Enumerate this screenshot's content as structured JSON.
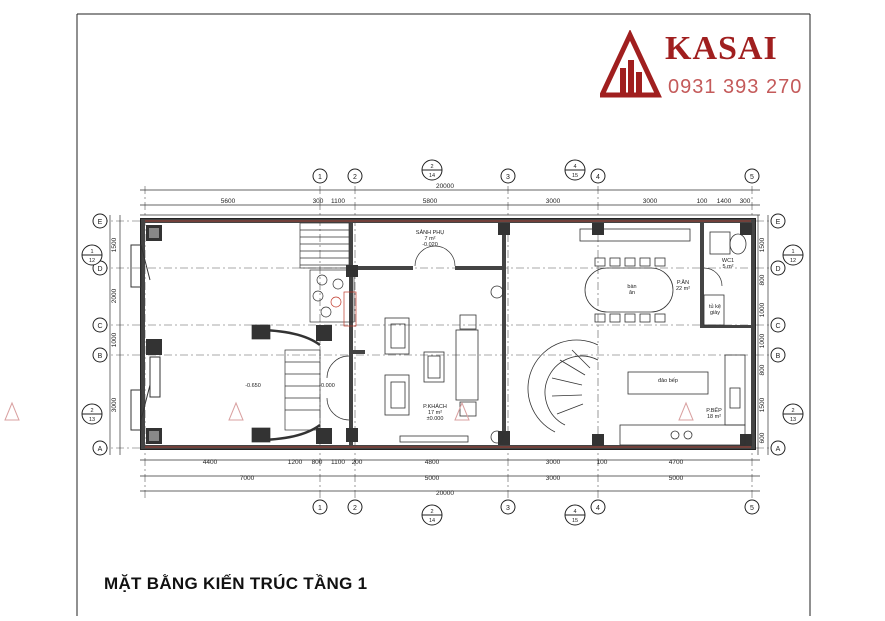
{
  "logo": {
    "brand": "KASAI",
    "phone": "0931 393 270",
    "color": "#a01f1f"
  },
  "title": "MẶT BẰNG KIẾN TRÚC TẦNG 1",
  "grid_columns": [
    "1",
    "2",
    "3",
    "4",
    "5"
  ],
  "grid_rows": [
    "E",
    "D",
    "C",
    "B",
    "A"
  ],
  "dims_top": {
    "overall": "20000",
    "segments": [
      "5600",
      "300",
      "1100",
      "5800",
      "3000",
      "3000",
      "100",
      "1400",
      "300"
    ]
  },
  "dims_bottom": {
    "segments": [
      "4400",
      "1200",
      "800",
      "1100",
      "200",
      "4800",
      "3000",
      "100",
      "4700"
    ],
    "row2": [
      "7000",
      "5000",
      "3000",
      "5000"
    ],
    "overall": "20000"
  },
  "dims_right": [
    "1500",
    "800",
    "1000",
    "1000",
    "800",
    "1500",
    "600"
  ],
  "dims_left": [
    "1500",
    "2000",
    "1000",
    "3000"
  ],
  "section_markers": [
    {
      "top": "2",
      "bottom": "14"
    },
    {
      "top": "4",
      "bottom": "15"
    },
    {
      "top": "1",
      "bottom": "12"
    },
    {
      "top": "2",
      "bottom": "13"
    }
  ],
  "rooms": {
    "sanh_phu": {
      "name": "SẢNH PHỤ",
      "area": "7 m²",
      "level": "-0.020"
    },
    "p_khach": {
      "name": "P.KHÁCH",
      "area": "17 m²",
      "level": "±0.000"
    },
    "ban_an": {
      "name": "bàn",
      "sub": "ăn"
    },
    "p_an": {
      "name": "P.ĂN",
      "area": "22 m²"
    },
    "wc1": {
      "name": "WC1",
      "area": "5 m²"
    },
    "p_bep": {
      "name": "P.BẾP",
      "area": "18 m²"
    },
    "dao_bep": {
      "name": "đảo bếp"
    },
    "tu_ke": {
      "name": "tủ kệ",
      "sub": "giày"
    }
  },
  "levels": [
    "-0.650",
    "-0.000"
  ]
}
